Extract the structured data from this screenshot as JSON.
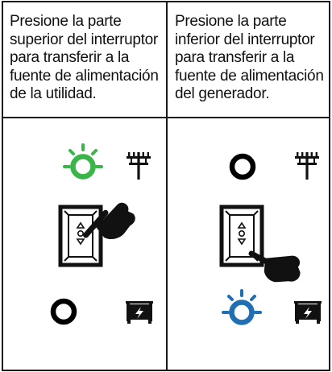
{
  "columns": [
    {
      "caption_lines": [
        "Presione la parte",
        "superior del interruptor",
        "para transferir a la",
        "fuente de alimentación",
        "de la utilidad."
      ],
      "active_source": "utility",
      "switch_position": "up",
      "utility_indicator": {
        "state": "lit",
        "color": "#3ab54a"
      },
      "generator_indicator": {
        "state": "off",
        "color": "#000000"
      }
    },
    {
      "caption_lines": [
        "Presione la parte",
        "inferior del interruptor",
        "para transferir a la",
        "fuente de alimentación",
        "del generador."
      ],
      "active_source": "generator",
      "switch_position": "down",
      "utility_indicator": {
        "state": "off",
        "color": "#000000"
      },
      "generator_indicator": {
        "state": "lit",
        "color": "#1f6fb2"
      }
    }
  ],
  "icons": {
    "utility": "utility-pole-icon",
    "generator": "generator-icon",
    "switch": "rocker-switch-icon",
    "hand": "pointing-hand-icon"
  }
}
